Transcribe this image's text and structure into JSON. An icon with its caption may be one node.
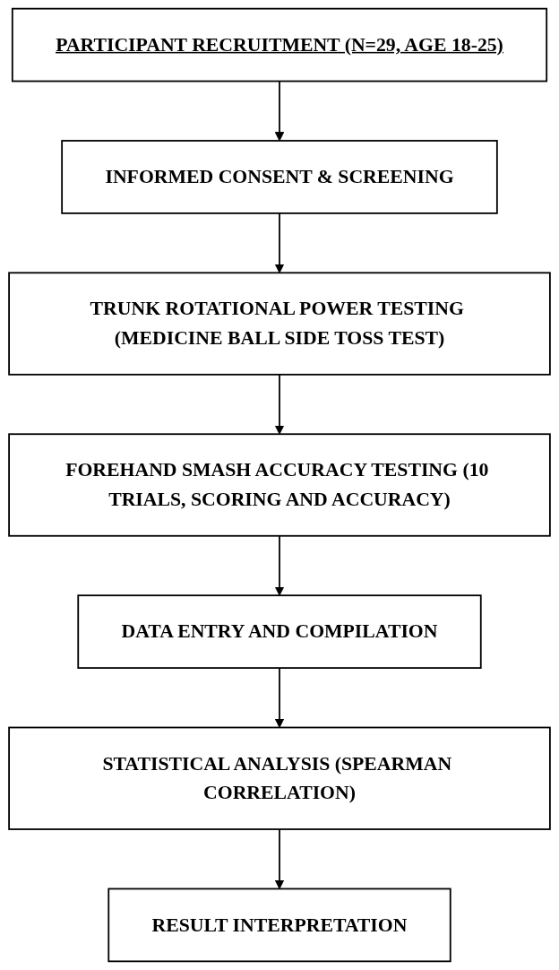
{
  "diagram": {
    "nodes": [
      {
        "text": [
          "PARTICIPANT RECRUITMENT (N=29, AGE 18-25)"
        ]
      },
      {
        "text": [
          "INFORMED CONSENT & SCREENING"
        ]
      },
      {
        "text": [
          "TRUNK ROTATIONAL POWER TESTING (MEDICINE BALL SIDE TOSS TEST)"
        ]
      },
      {
        "text": [
          "FOREHAND SMASH ACCURACY TESTING (10 TRIALS, SCORING AND ACCURACY)"
        ]
      },
      {
        "text": [
          "DATA ENTRY AND COMPILATION"
        ]
      },
      {
        "text": [
          "STATISTICAL ANALYSIS (SPEARMAN CORRELATION)"
        ]
      },
      {
        "text": [
          "RESULT INTERPRETATION"
        ]
      }
    ],
    "edges": [
      {
        "from": 0,
        "to": 1,
        "arrow": "to"
      },
      {
        "from": 1,
        "to": 2,
        "arrow": "to"
      },
      {
        "from": 2,
        "to": 3,
        "arrow": "to"
      },
      {
        "from": 3,
        "to": 4,
        "arrow": "to"
      },
      {
        "from": 4,
        "to": 5,
        "arrow": "to"
      },
      {
        "from": 5,
        "to": 6,
        "arrow": "to"
      }
    ]
  }
}
